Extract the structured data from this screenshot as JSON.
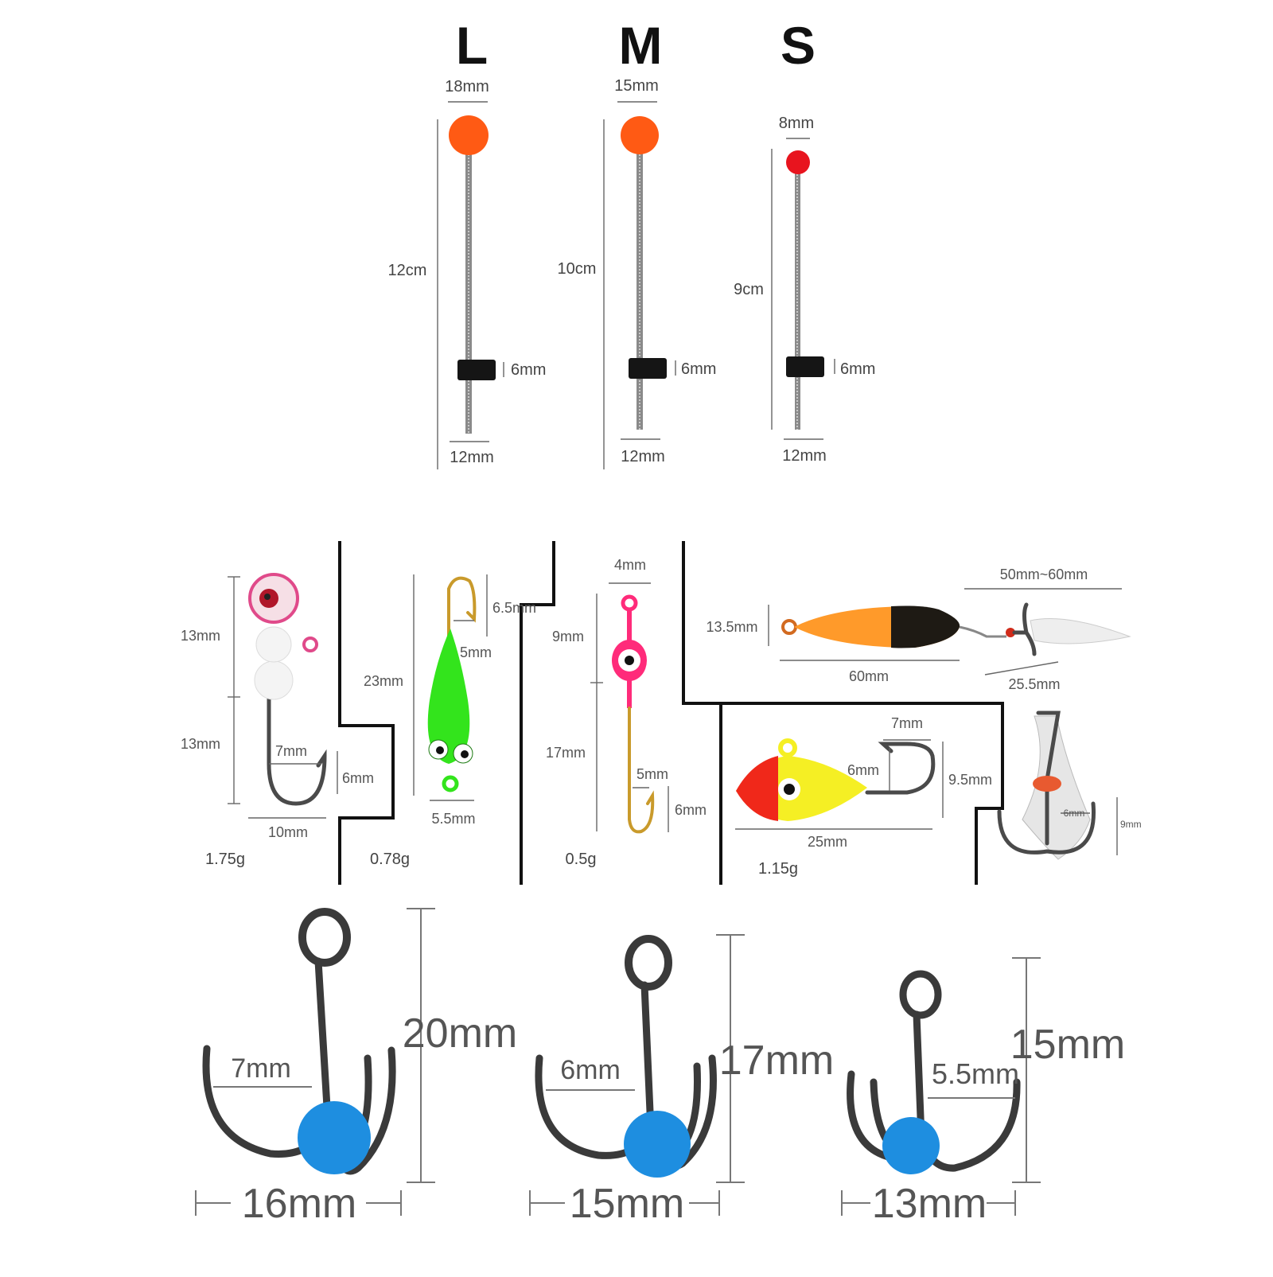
{
  "floats": {
    "large": {
      "size": "L",
      "ball": "18mm",
      "length": "12cm",
      "stopper": "6mm",
      "base": "12mm"
    },
    "medium": {
      "size": "M",
      "ball": "15mm",
      "length": "10cm",
      "stopper": "6mm",
      "base": "12mm"
    },
    "small": {
      "size": "S",
      "ball": "8mm",
      "length": "9cm",
      "stopper": "6mm",
      "base": "12mm"
    }
  },
  "jigs": {
    "white_jig": {
      "head1": "13mm",
      "head2": "13mm",
      "gap": "7mm",
      "barb": "6mm",
      "width": "10mm",
      "weight": "1.75g"
    },
    "green_jig": {
      "top": "6.5mm",
      "length": "23mm",
      "gap": "5mm",
      "width": "5.5mm",
      "weight": "0.78g"
    },
    "pink_jig": {
      "eye": "4mm",
      "head": "9mm",
      "shank": "17mm",
      "gap": "5mm",
      "barb": "6mm",
      "weight": "0.5g"
    },
    "spoon": {
      "height": "13.5mm",
      "length": "60mm",
      "leader": "50mm~60mm",
      "treble": "25.5mm"
    },
    "minnow_jig": {
      "gap": "7mm",
      "barb": "6mm",
      "height": "9.5mm",
      "length": "25mm",
      "weight": "1.15g"
    },
    "feather_treble": {
      "gap": "6mm",
      "height": "9mm"
    }
  },
  "trebles": {
    "large": {
      "gap": "7mm",
      "height": "20mm",
      "width": "16mm"
    },
    "medium": {
      "gap": "6mm",
      "height": "17mm",
      "width": "15mm"
    },
    "small": {
      "gap": "5.5mm",
      "height": "15mm",
      "width": "13mm"
    }
  },
  "colors": {
    "float_ball": "#ff5a14",
    "small_ball": "#e8141e",
    "treble_bead": "#1e8ee0",
    "green_jig": "#33e41c",
    "pink_jig": "#ff2b7a",
    "spoon_orange": "#ff9a2a"
  }
}
